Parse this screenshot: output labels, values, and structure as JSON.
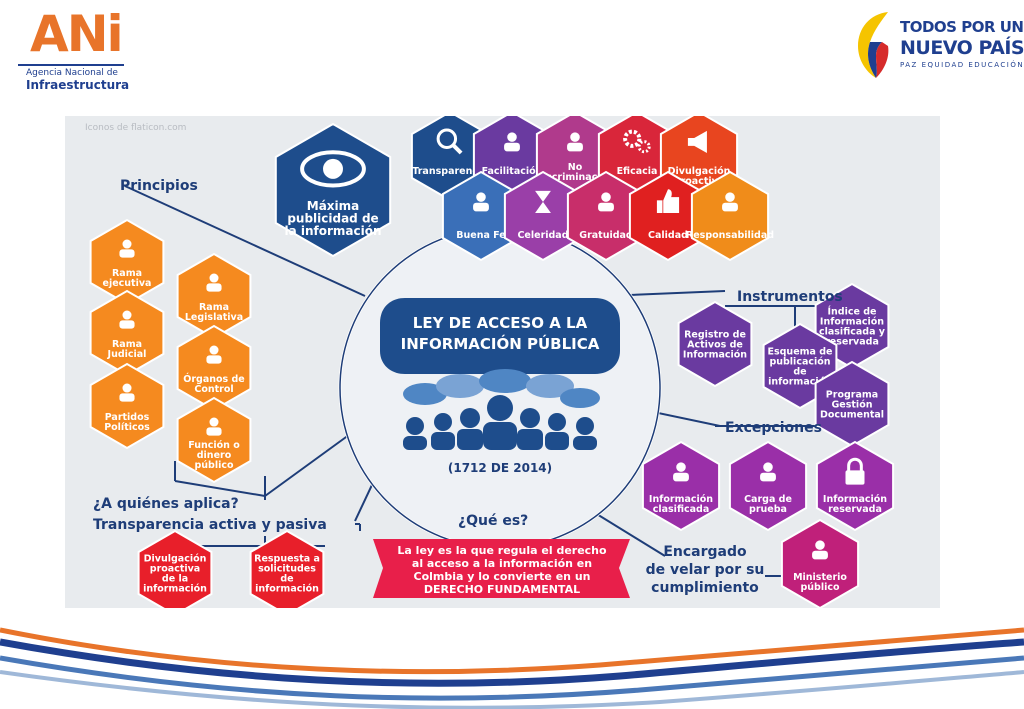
{
  "header": {
    "ani_logo": {
      "wordmark": "ANi",
      "subtitle_1": "Agencia Nacional de",
      "subtitle_2": "Infraestructura"
    },
    "gov_logo": {
      "line1": "TODOS POR UN",
      "line2": "NUEVO PAÍS",
      "line3": "PAZ  EQUIDAD  EDUCACIÓN"
    }
  },
  "infographic": {
    "credit": "Iconos de flaticon.com",
    "center": {
      "title_line1": "LEY DE ACCESO A LA",
      "title_line2": "INFORMACIÓN PÚBLICA",
      "law": "(1712 DE 2014)"
    },
    "principios": {
      "label": "Principios",
      "main": [
        "Máxima",
        "publicidad de",
        "la información"
      ],
      "top_row": [
        {
          "text": [
            "Transparencia"
          ],
          "icon": "magnifier-icon",
          "color": "#1e4d8c"
        },
        {
          "text": [
            "Facilitación"
          ],
          "icon": "handoff-icon",
          "color": "#6a3aa0"
        },
        {
          "text": [
            "No",
            "discriminación"
          ],
          "icon": "people-icon",
          "color": "#b03a8c"
        },
        {
          "text": [
            "Eficacia"
          ],
          "icon": "gears-icon",
          "color": "#d9263a"
        },
        {
          "text": [
            "Divulgación",
            "proactiva"
          ],
          "icon": "megaphone-icon",
          "color": "#e8451f"
        }
      ],
      "bottom_row": [
        {
          "text": [
            "Buena Fe"
          ],
          "icon": "handshake-icon",
          "color": "#3a6fb8"
        },
        {
          "text": [
            "Celeridad"
          ],
          "icon": "hourglass-icon",
          "color": "#9a3fa8"
        },
        {
          "text": [
            "Gratuidad"
          ],
          "icon": "money-icon",
          "color": "#c82e6a"
        },
        {
          "text": [
            "Calidad"
          ],
          "icon": "thumbs-up-icon",
          "color": "#e02020"
        },
        {
          "text": [
            "Responsabilidad"
          ],
          "icon": "hand-icon",
          "color": "#f08c1a"
        }
      ]
    },
    "aplica": {
      "label": "¿A quiénes aplica?",
      "items": [
        {
          "text": [
            "Rama",
            "ejecutiva"
          ],
          "icon": "building-icon"
        },
        {
          "text": [
            "Rama",
            "Legislativa"
          ],
          "icon": "scales-icon"
        },
        {
          "text": [
            "Rama",
            "Judicial"
          ],
          "icon": "gavel-icon"
        },
        {
          "text": [
            "Órganos de",
            "Control"
          ],
          "icon": "stop-hand-icon"
        },
        {
          "text": [
            "Partidos",
            "Políticos"
          ],
          "icon": "ballot-box-icon"
        },
        {
          "text": [
            "Función o",
            "dinero",
            "público"
          ],
          "icon": "computer-user-icon"
        }
      ]
    },
    "instrumentos": {
      "label": "Instrumentos",
      "items": [
        {
          "text": [
            "Registro de",
            "Activos de",
            "Información"
          ]
        },
        {
          "text": [
            "Índice de",
            "Información",
            "clasificada y",
            "reservada"
          ]
        },
        {
          "text": [
            "Esquema de",
            "publicación",
            "de",
            "información"
          ]
        },
        {
          "text": [
            "Programa",
            "Gestión",
            "Documental"
          ]
        }
      ]
    },
    "excepciones": {
      "label": "Excepciones",
      "items": [
        {
          "text": [
            "Información",
            "clasificada"
          ],
          "icon": "document-icon"
        },
        {
          "text": [
            "Carga de",
            "prueba"
          ],
          "icon": "eye-slash-icon"
        },
        {
          "text": [
            "Información",
            "reservada"
          ],
          "icon": "lock-icon"
        }
      ]
    },
    "transparencia": {
      "label": "Transparencia activa y pasiva",
      "items": [
        {
          "text": [
            "Divulgación",
            "proactiva",
            "de la",
            "información"
          ]
        },
        {
          "text": [
            "Respuesta a",
            "solicitudes",
            "de",
            "información"
          ]
        }
      ]
    },
    "que_es": {
      "label": "¿Qué es?",
      "definition": [
        "La ley es la que regula el derecho",
        "al acceso a la información en",
        "Colmbia y lo convierte en un",
        "DERECHO FUNDAMENTAL"
      ]
    },
    "encargado": {
      "label": [
        "Encargado",
        "de velar por su",
        "cumplimiento"
      ],
      "item": {
        "text": [
          "Ministerio",
          "público"
        ],
        "icon": "institution-icon"
      }
    },
    "colors": {
      "navy": "#1e3d78",
      "orange": "#f58a1f",
      "purple": "#6a3aa0",
      "red": "#e81f2a",
      "magenta": "#c0207a"
    }
  }
}
